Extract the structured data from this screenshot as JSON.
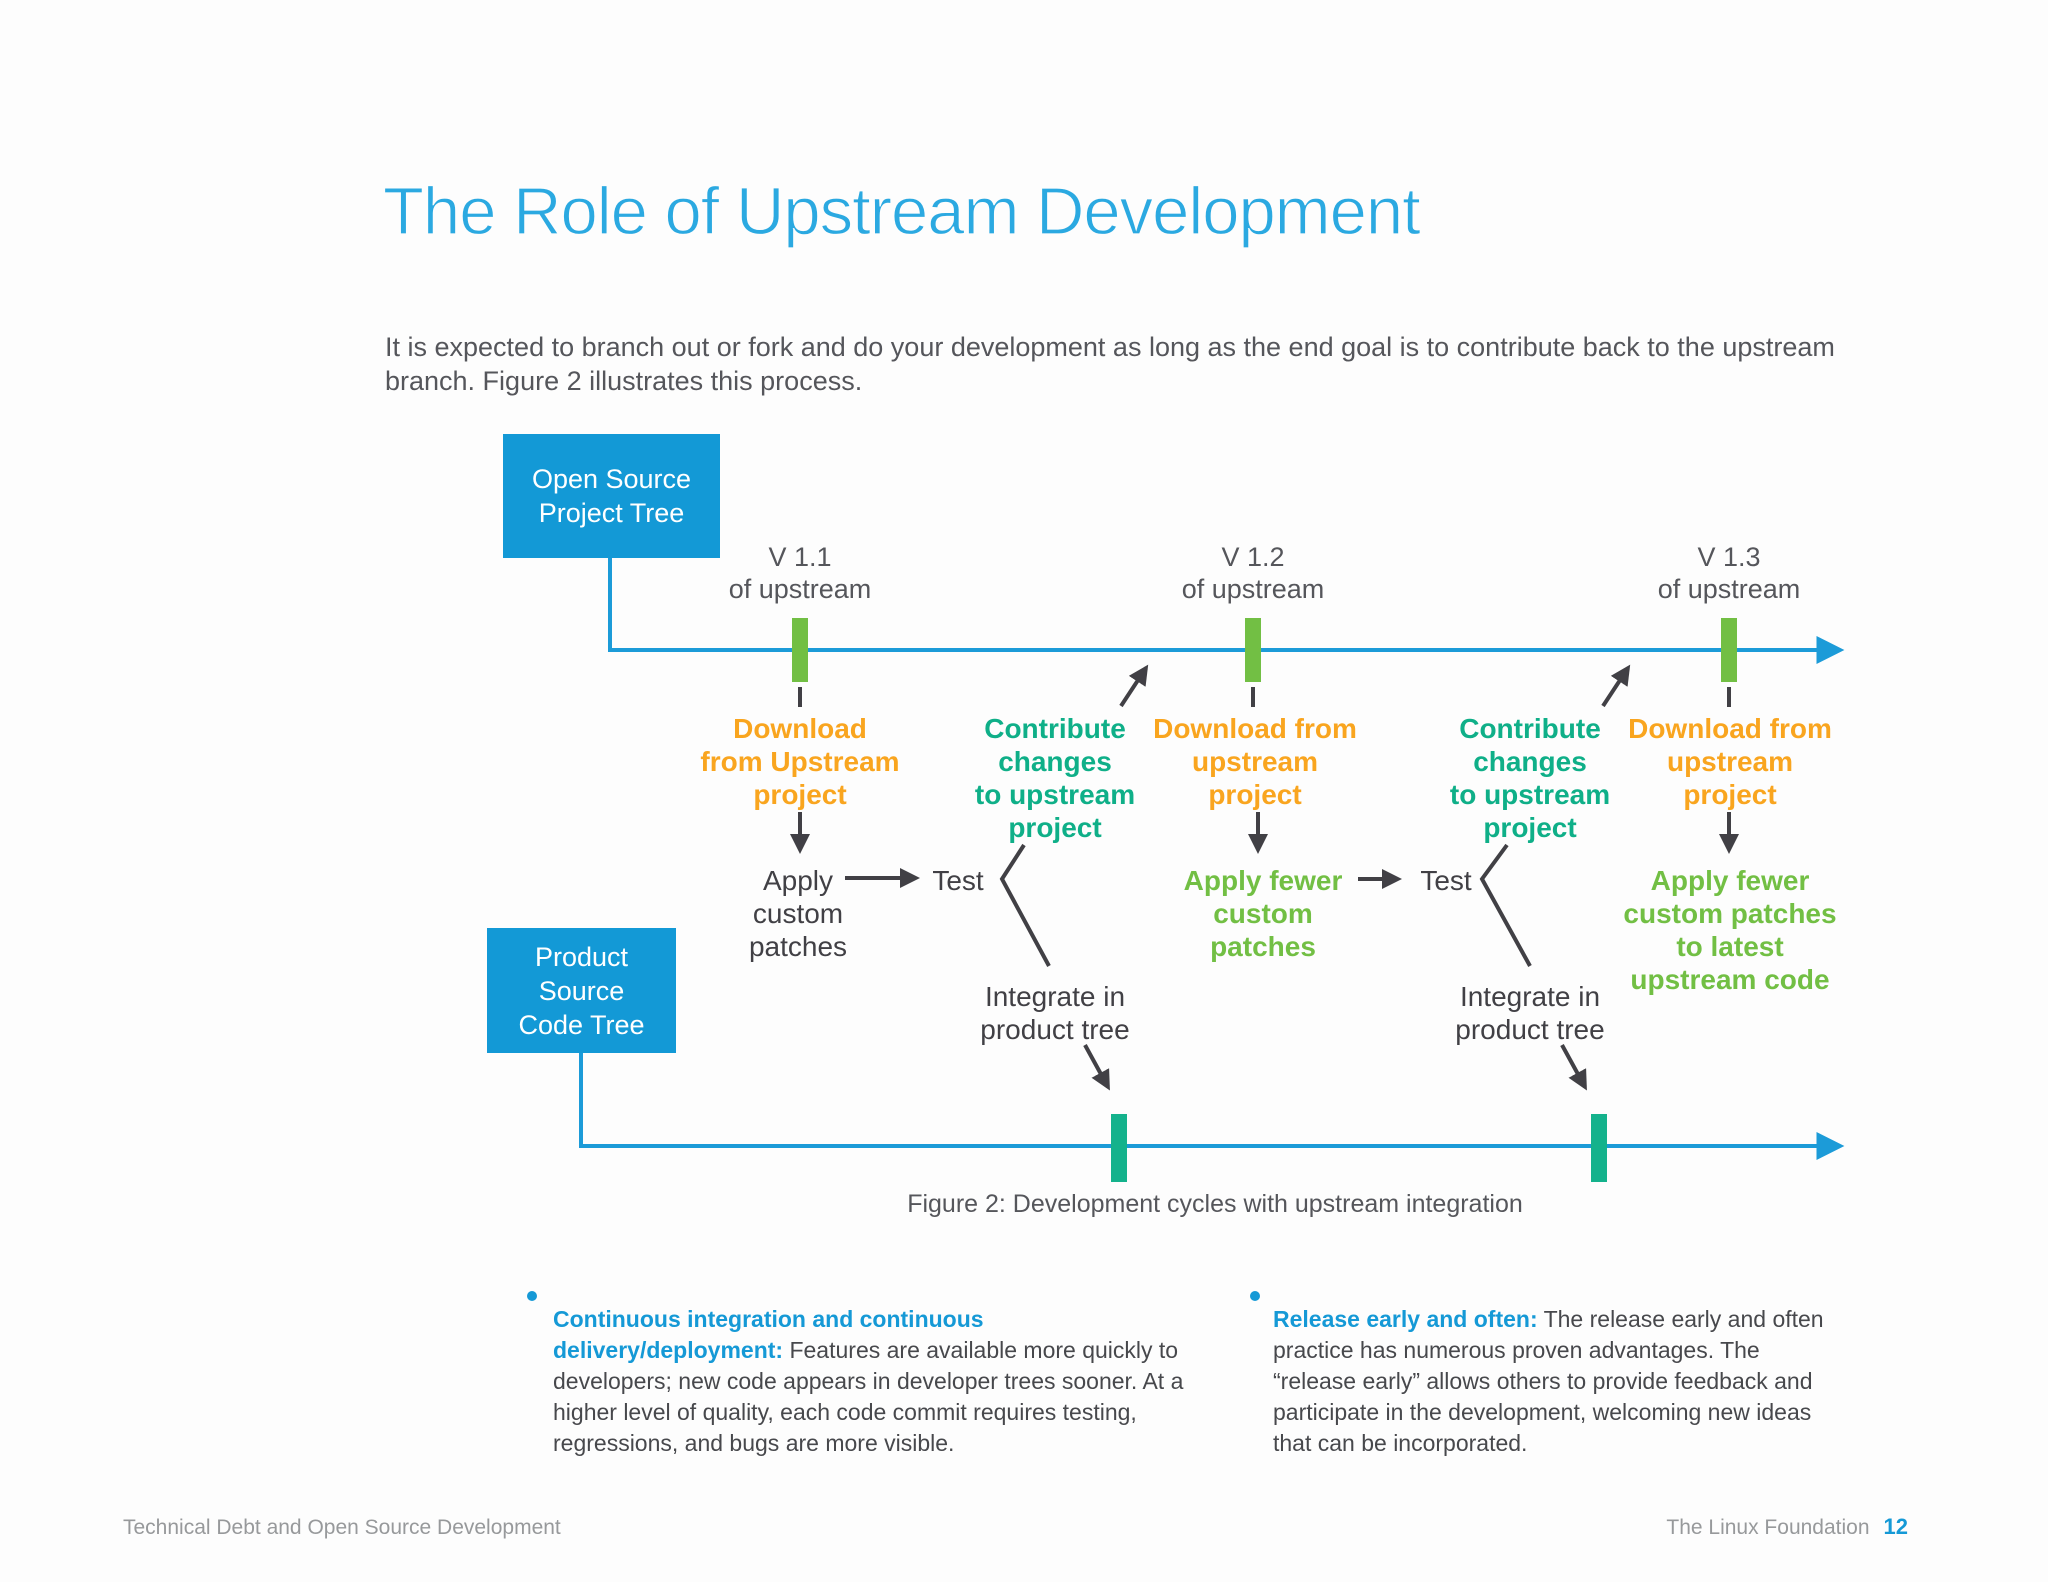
{
  "page": {
    "title": "The Role of Upstream Development",
    "intro": "It is expected to branch out or fork and do your development as long as the end goal is to contribute back to the upstream branch. Figure 2 illustrates this process."
  },
  "diagram": {
    "upstream_box": "Open Source\nProject Tree",
    "product_box": "Product\nSource\nCode Tree",
    "versions": [
      "V 1.1\nof upstream",
      "V 1.2\nof upstream",
      "V 1.3\nof upstream"
    ],
    "labels": {
      "download_1": "Download\nfrom Upstream\nproject",
      "contribute_1": "Contribute\nchanges\nto upstream\nproject",
      "download_2": "Download from\nupstream\nproject",
      "contribute_2": "Contribute\nchanges\nto upstream\nproject",
      "download_3": "Download from\nupstream\nproject",
      "apply_1": "Apply\ncustom\npatches",
      "test_1": "Test",
      "integrate_1": "Integrate in\nproduct tree",
      "apply_2": "Apply fewer\ncustom\npatches",
      "test_2": "Test",
      "integrate_2": "Integrate in\nproduct tree",
      "apply_3": "Apply fewer\ncustom patches\nto latest\nupstream code"
    },
    "caption": "Figure 2: Development cycles with upstream integration"
  },
  "bullets": [
    {
      "lead": "Continuous integration and continuous delivery/deployment:",
      "text": "Features are available more quickly to developers; new code appears in developer trees sooner. At a higher level of quality, each code commit requires testing, regressions, and bugs are more visible."
    },
    {
      "lead": "Release early and often:",
      "text": "The release early and often practice has numerous proven advantages. The “release early” allows others to provide feedback and participate in the development, welcoming new ideas that can be incorporated."
    }
  ],
  "footer": {
    "left": "Technical Debt and Open Source Development",
    "right": "The Linux Foundation",
    "page_number": "12"
  },
  "colors": {
    "title_blue": "#2ba9e1",
    "box_blue": "#1399d6",
    "timeline_blue": "#1c9bd8",
    "upstream_tick_green": "#72bf44",
    "product_tick_teal": "#14b28c",
    "download_orange": "#f9a51f",
    "contribute_teal": "#0faf88",
    "apply_green": "#72bf44",
    "dark_text": "#414045",
    "body_gray": "#55565b",
    "footer_gray": "#97999b"
  }
}
